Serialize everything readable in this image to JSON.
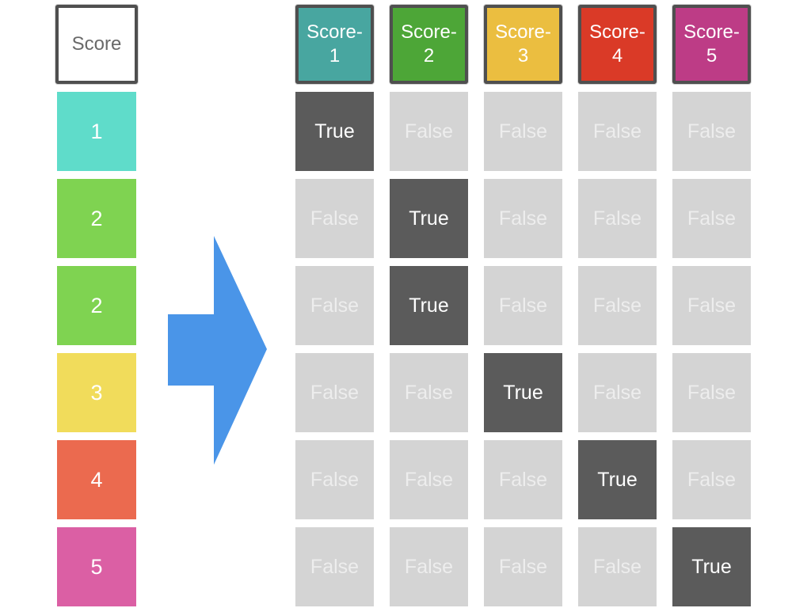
{
  "source_column": {
    "header": "Score",
    "values": [
      {
        "label": "1",
        "color": "#5fdcca"
      },
      {
        "label": "2",
        "color": "#7fd351"
      },
      {
        "label": "2",
        "color": "#7fd351"
      },
      {
        "label": "3",
        "color": "#f1dc5b"
      },
      {
        "label": "4",
        "color": "#eb6a4f"
      },
      {
        "label": "5",
        "color": "#db5fa4"
      }
    ]
  },
  "arrow": {
    "color": "#4a95e8"
  },
  "encoded_table": {
    "headers": [
      {
        "label": "Score-1",
        "line1": "Score-",
        "line2": "1",
        "color": "#48a6a0"
      },
      {
        "label": "Score-2",
        "line1": "Score-",
        "line2": "2",
        "color": "#4da637"
      },
      {
        "label": "Score-3",
        "line1": "Score-",
        "line2": "3",
        "color": "#ebbe40"
      },
      {
        "label": "Score-4",
        "line1": "Score-",
        "line2": "4",
        "color": "#da3a27"
      },
      {
        "label": "Score-5",
        "line1": "Score-",
        "line2": "5",
        "color": "#bd3c86"
      }
    ],
    "rows": [
      [
        "True",
        "False",
        "False",
        "False",
        "False"
      ],
      [
        "False",
        "True",
        "False",
        "False",
        "False"
      ],
      [
        "False",
        "True",
        "False",
        "False",
        "False"
      ],
      [
        "False",
        "False",
        "True",
        "False",
        "False"
      ],
      [
        "False",
        "False",
        "False",
        "True",
        "False"
      ],
      [
        "False",
        "False",
        "False",
        "False",
        "True"
      ]
    ]
  },
  "colors": {
    "background": "#ffffff",
    "sketch_border": "#4f4f4f",
    "header_text": "#696969",
    "true_cell": "#5b5b5b",
    "false_cell": "#d4d4d4",
    "false_text": "#ededed"
  }
}
